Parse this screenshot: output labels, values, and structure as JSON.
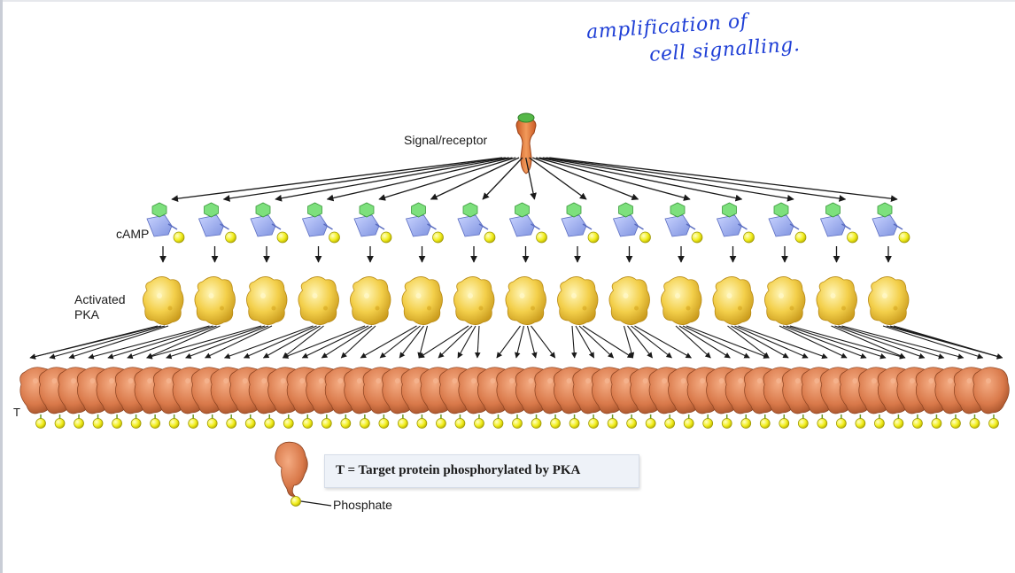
{
  "annotation": {
    "line1": "amplification of",
    "line2": "cell signalling."
  },
  "labels": {
    "signal_receptor": "Signal/receptor",
    "camp": "cAMP",
    "activated_pka_line1": "Activated",
    "activated_pka_line2": "PKA",
    "target_marker": "T",
    "phosphate": "Phosphate"
  },
  "legend": {
    "text": "T = Target protein phosphorylated by PKA"
  },
  "counts": {
    "camp": 15,
    "pka": 15,
    "targets": 51
  },
  "colors": {
    "receptor": "#e27a3a",
    "ligand": "#55b848",
    "camp_ring": "#9fb0f0",
    "camp_top": "#7de07d",
    "phosphate": "#f2ee1e",
    "pka": "#f3cf4a",
    "target": "#d9794a",
    "arrow": "#1a1a1a",
    "annotation": "#1f3fd6"
  }
}
